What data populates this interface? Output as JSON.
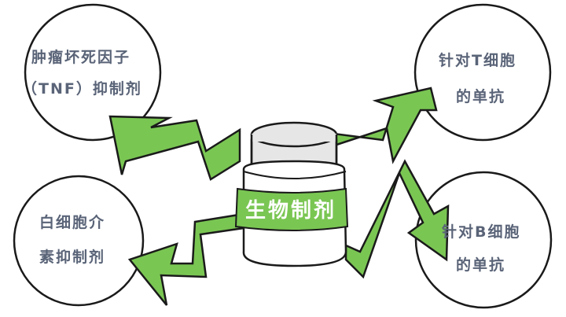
{
  "center": {
    "label": "生物制剂"
  },
  "nodes": {
    "tnf": {
      "line1": "肿瘤坏死因子",
      "line2": "（TNF）抑制剂"
    },
    "tcell": {
      "line1": "针对T细胞",
      "line2": "的单抗"
    },
    "il": {
      "line1": "白细胞介",
      "line2": "素抑制剂"
    },
    "bcell": {
      "line1": "针对B细胞",
      "line2": "的单抗"
    }
  },
  "colors": {
    "arrow_fill": "#7ac653",
    "outline": "#1a1a1a",
    "jar_band": "#7ac653",
    "jar_body": "#ffffff",
    "lid": "#e6e6e6",
    "text": "#5a6478"
  }
}
